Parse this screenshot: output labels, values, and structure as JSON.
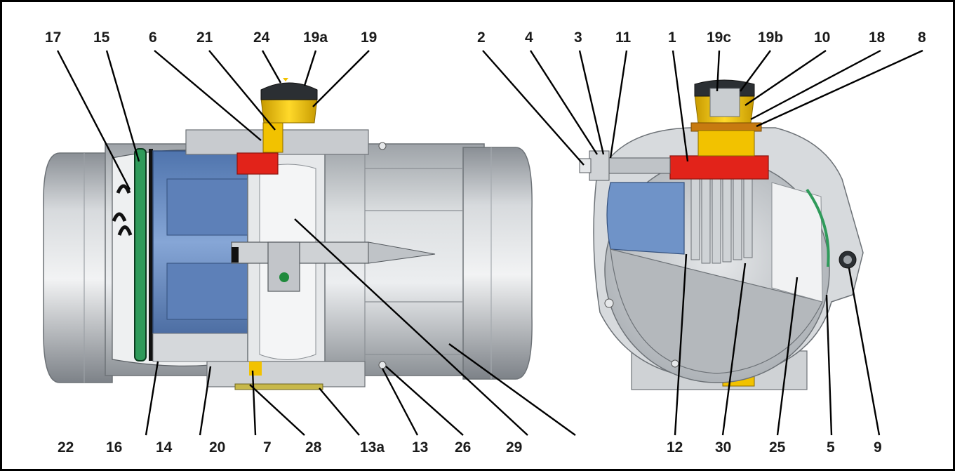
{
  "top_labels": [
    "17",
    "15",
    "6",
    "21",
    "24",
    "19a",
    "19",
    "2",
    "4",
    "3",
    "11",
    "1",
    "19c",
    "19b",
    "10",
    "18",
    "8"
  ],
  "bottom_labels": [
    "22",
    "16",
    "14",
    "20",
    "7",
    "28",
    "13a",
    "13",
    "26",
    "29",
    "12",
    "30",
    "25",
    "5",
    "9"
  ],
  "colors": {
    "housing_silver": "#b9bdc1",
    "piston_blue": "#6f93c8",
    "seal_green": "#2f9a5a",
    "indicator_yellow": "#f2c200",
    "pinion_red": "#e2231a"
  }
}
